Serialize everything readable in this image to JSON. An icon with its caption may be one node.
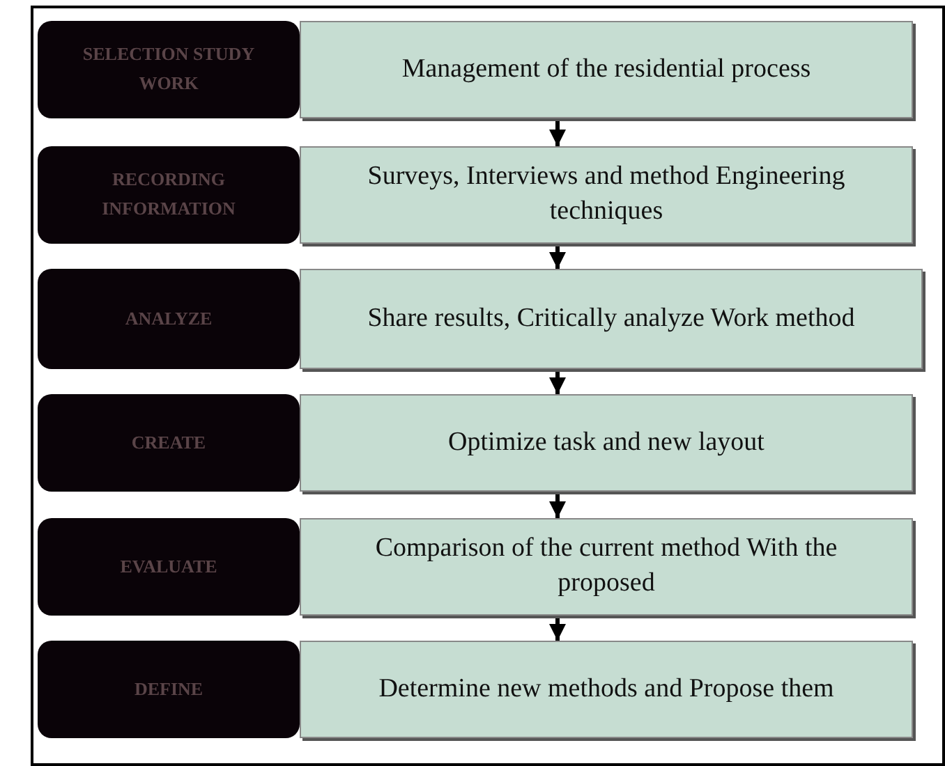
{
  "diagram": {
    "nodes": [
      {
        "text": [
          "SELECTION STUDY WORK"
        ]
      },
      {
        "text": [
          "Management of the residential process"
        ]
      },
      {
        "text": [
          "RECORDING INFORMATION"
        ]
      },
      {
        "text": [
          "Surveys, Interviews and method Engineering techniques"
        ]
      },
      {
        "text": [
          "ANALYZE"
        ]
      },
      {
        "text": [
          "Share results, Critically analyze Work method"
        ]
      },
      {
        "text": [
          "CREATE"
        ]
      },
      {
        "text": [
          "Optimize task and new layout"
        ]
      },
      {
        "text": [
          "EVALUATE"
        ]
      },
      {
        "text": [
          "Comparison of the current method With the proposed"
        ]
      },
      {
        "text": [
          "DEFINE"
        ]
      },
      {
        "text": [
          "Determine new methods and Propose them"
        ]
      }
    ],
    "edges": [
      {
        "from": 1,
        "to": 3,
        "arrow": "to"
      },
      {
        "from": 3,
        "to": 5,
        "arrow": "to"
      },
      {
        "from": 5,
        "to": 7,
        "arrow": "to"
      },
      {
        "from": 7,
        "to": 9,
        "arrow": "to"
      },
      {
        "from": 9,
        "to": 11,
        "arrow": "to"
      }
    ]
  }
}
